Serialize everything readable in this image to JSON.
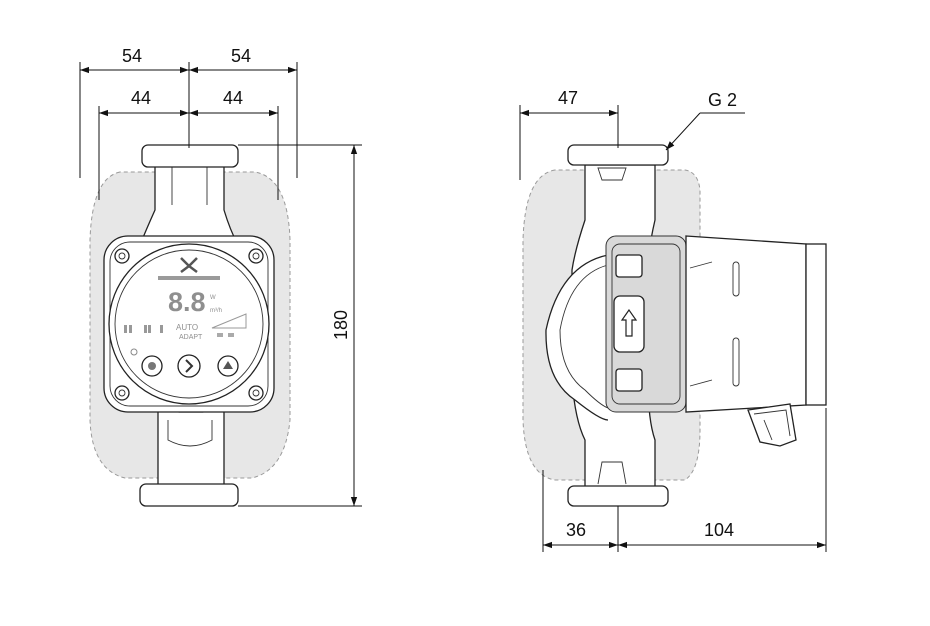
{
  "front_view": {
    "dim_outer_left": "54",
    "dim_outer_right": "54",
    "dim_inner_left": "44",
    "dim_inner_right": "44",
    "dim_height": "180",
    "panel": {
      "display_digits": "8.8",
      "unit_w": "W",
      "unit_m3h": "m³/h",
      "auto_label": "AUTO",
      "adapt_label": "ADAPT"
    }
  },
  "side_view": {
    "dim_top": "47",
    "thread_label": "G 2",
    "dim_bottom_left": "36",
    "dim_bottom_right": "104"
  }
}
